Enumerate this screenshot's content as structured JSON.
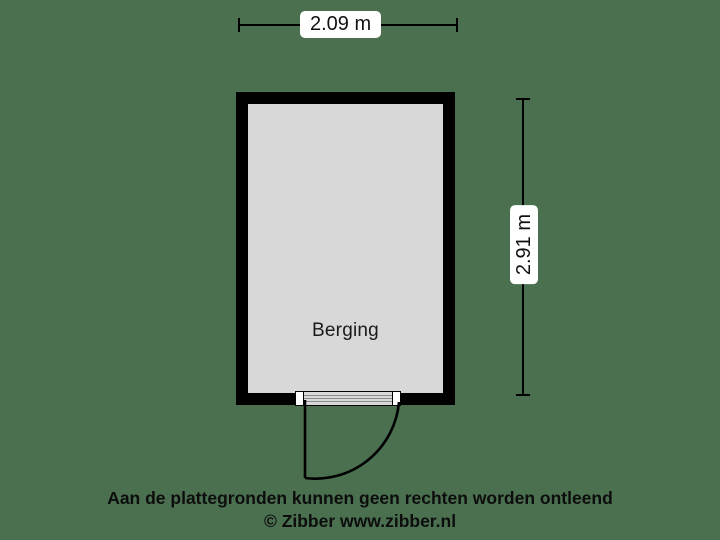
{
  "canvas": {
    "background_color": "#4a7050",
    "wall_color": "#000000",
    "room_fill_color": "#d8d8d8",
    "text_color": "#111111"
  },
  "plan": {
    "room": {
      "label": "Berging"
    },
    "door": {
      "name": "door-opening",
      "swing_direction": "inward-left"
    }
  },
  "dimensions": {
    "width": {
      "label": "2.09 m",
      "orientation": "horizontal"
    },
    "height": {
      "label": "2.91 m",
      "orientation": "vertical"
    }
  },
  "footer": {
    "line1": "Aan de plattegronden kunnen geen rechten worden ontleend",
    "line2": "© Zibber www.zibber.nl"
  }
}
